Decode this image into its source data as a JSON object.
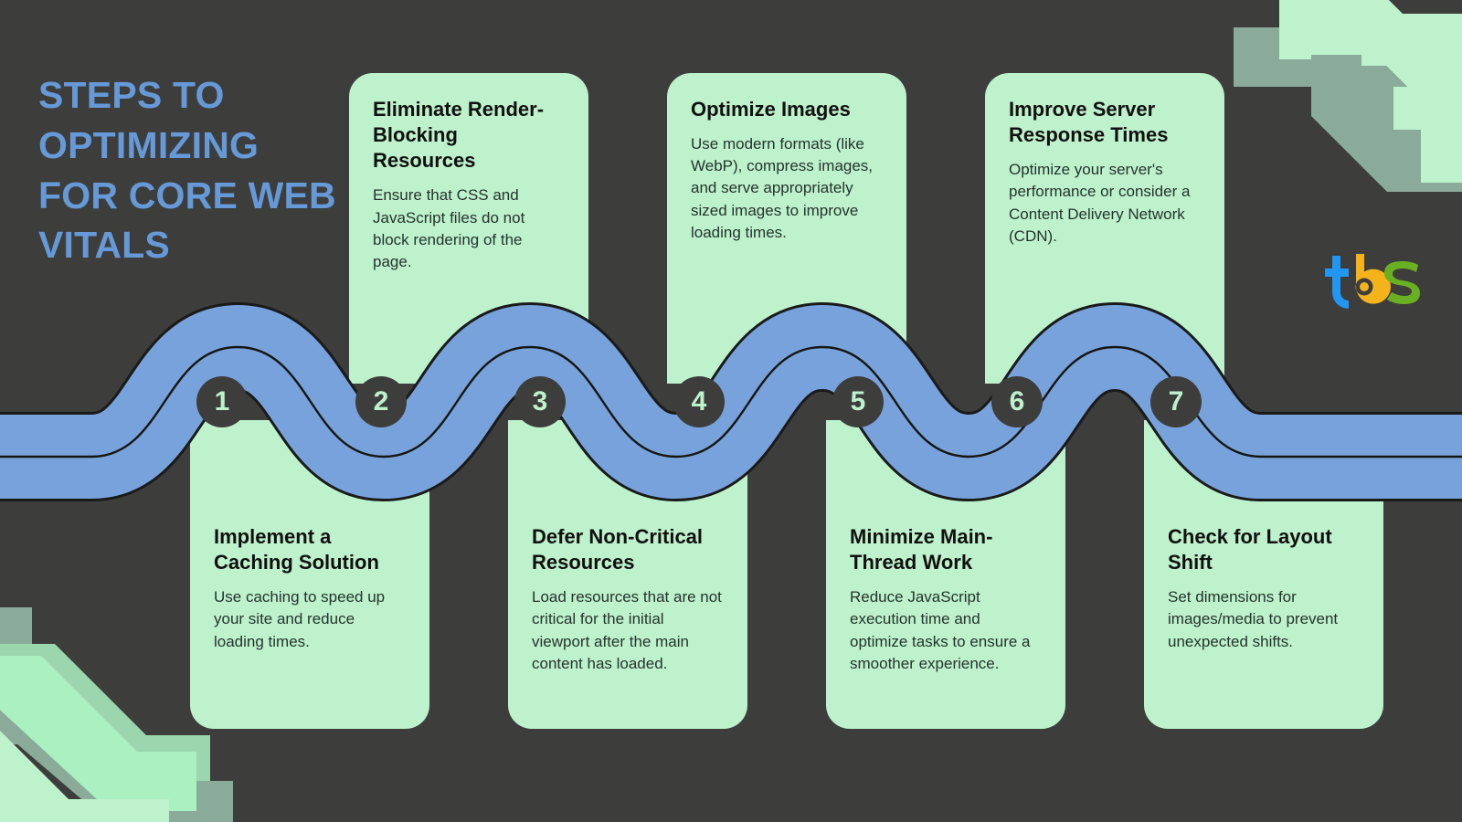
{
  "meta": {
    "background_color": "#3d3d3b",
    "card_color": "#bdf2cd",
    "road_color": "#78a2dc",
    "title_color": "#6699d8",
    "circle_color": "#3d3d3b"
  },
  "title": {
    "text": "Steps to Optimizing for Core Web Vitals"
  },
  "logo": {
    "text": "tbs",
    "letter_t": "t",
    "letter_b": "b",
    "letter_s": "s",
    "color_t": "#2196f3",
    "color_b": "#f5b31b",
    "color_s": "#6ab023"
  },
  "steps": [
    {
      "number": "1",
      "position": "bottom",
      "title": "Implement a Caching Solution",
      "body": "Use caching to speed up your site and reduce loading times."
    },
    {
      "number": "2",
      "position": "top",
      "title": "Eliminate Render-Blocking Resources",
      "body": "Ensure that CSS and JavaScript files do not block rendering of the page."
    },
    {
      "number": "3",
      "position": "bottom",
      "title": "Defer Non-Critical Resources",
      "body": "Load resources that are not critical for the initial viewport after the main content has loaded."
    },
    {
      "number": "4",
      "position": "top",
      "title": "Optimize Images",
      "body": "Use modern formats (like WebP), compress images, and serve appropriately sized images to improve loading times."
    },
    {
      "number": "5",
      "position": "bottom",
      "title": "Minimize Main-Thread Work",
      "body": "Reduce JavaScript execution time and optimize tasks to ensure a smoother experience."
    },
    {
      "number": "6",
      "position": "top",
      "title": "Improve Server Response Times",
      "body": "Optimize your server's performance or consider a Content Delivery Network (CDN)."
    },
    {
      "number": "7",
      "position": "bottom",
      "title": "Check for Layout Shift",
      "body": "Set dimensions for images/media to prevent unexpected shifts."
    }
  ]
}
